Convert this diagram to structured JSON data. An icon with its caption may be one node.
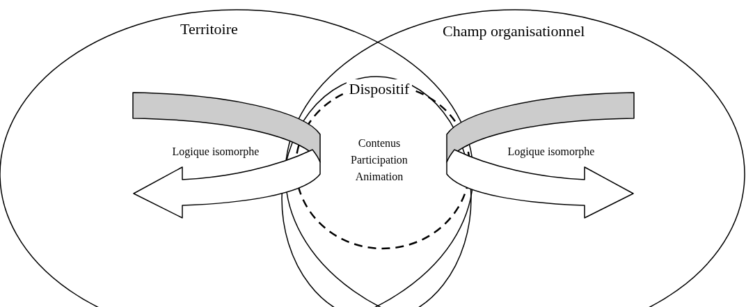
{
  "diagram": {
    "nodes": [
      {
        "text": [
          "Territoire"
        ]
      },
      {
        "text": [
          "Champ organisationnel"
        ]
      },
      {
        "text": [],
        "shape": "circle"
      },
      {
        "text": [
          "Dispositif",
          "Contenus",
          "Participation",
          "Animation"
        ],
        "in": 2
      }
    ],
    "labels": [
      "Logique isomorphe",
      "Logique isomorphe"
    ]
  }
}
